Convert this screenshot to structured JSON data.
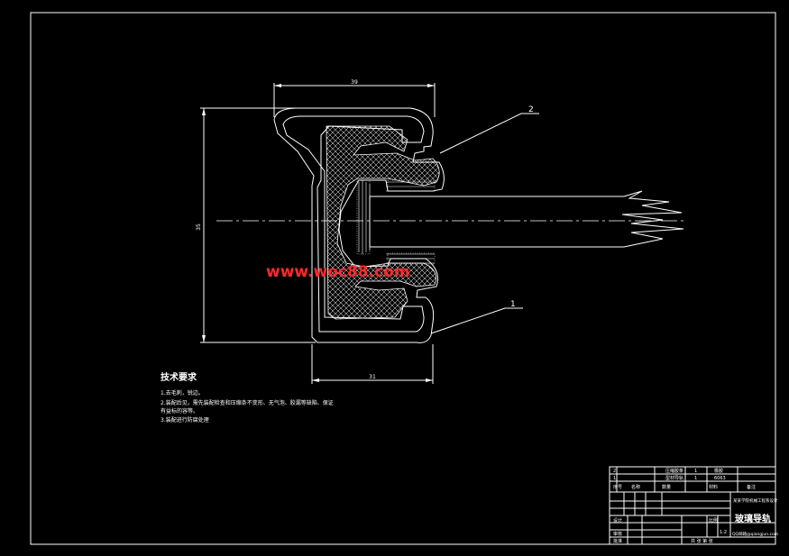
{
  "drawing": {
    "part_labels": {
      "p1": "1",
      "p2": "2"
    },
    "dimensions": {
      "top": "39",
      "left": "35",
      "bottom": "31"
    },
    "watermark": "www.woc88.com",
    "tech_title": "技术要求",
    "tech_items": [
      "1.去毛刺，锐边。",
      "2.装配后见，需先装配检查和压缩条不变形、无气泡、胶漏等缺陷、保证",
      "有益标的容等。",
      "3.装配进行防腐处理"
    ]
  },
  "title_block": {
    "parts_rows": [
      {
        "no": "2",
        "name": "压缩胶条",
        "qty": "1",
        "material": "橡胶",
        "note": ""
      },
      {
        "no": "1",
        "name": "型材导轨",
        "qty": "1",
        "material": "6063",
        "note": ""
      }
    ],
    "header": {
      "no": "序号",
      "name": "名称",
      "qty": "数量",
      "material": "材料",
      "note": "备注"
    },
    "school": "某某学院机械工程系设计",
    "drawing_name": "玻璃导轨",
    "designer_label": "设计",
    "check_label": "审核",
    "approve_label": "批准",
    "scale_label": "比例",
    "scale_value": "1:2",
    "sheet_label": "共 张 第 张",
    "email": "QQ邮箱@qiangjun.com"
  }
}
